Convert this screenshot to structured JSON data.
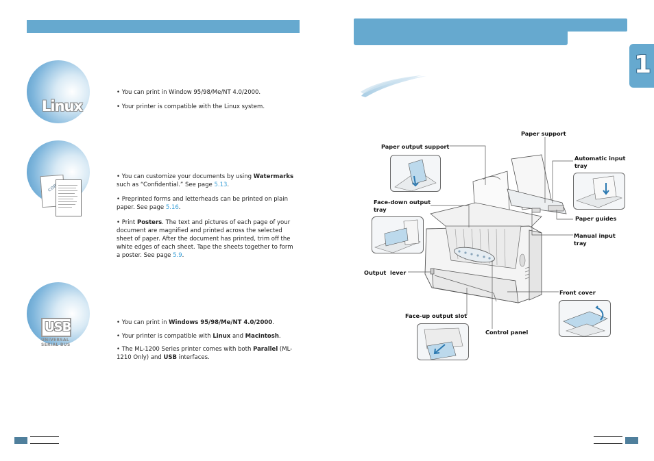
{
  "left_page": {
    "header_bar_text": "",
    "sections": [
      {
        "logo_text": "Linux",
        "bullets": [
          [
            {
              "t": "• You can print in Window 95/98/Me/NT 4.0/2000."
            }
          ],
          [
            {
              "t": "• Your printer is compatible with the Linux system."
            }
          ]
        ]
      },
      {
        "doc_stamp_text": "COPY",
        "bullets": [
          [
            {
              "t": "• You can customize your documents by using "
            },
            {
              "t": "Watermarks",
              "b": true
            },
            {
              "t": " such as “Confidential.” See page "
            },
            {
              "t": "5.13",
              "link": true
            },
            {
              "t": "."
            }
          ],
          [
            {
              "t": "• Preprinted forms and letterheads can be printed on plain paper. See page "
            },
            {
              "t": "5.16",
              "link": true
            },
            {
              "t": "."
            }
          ],
          [
            {
              "t": "• Print "
            },
            {
              "t": "Posters",
              "b": true
            },
            {
              "t": ". The text and pictures of each page of your document are magnified and printed across the selected sheet of paper. After the document has printed, trim off the white edges of each sheet. Tape the sheets together to form a poster. See page "
            },
            {
              "t": "5.9",
              "link": true
            },
            {
              "t": "."
            }
          ]
        ]
      },
      {
        "logo_text": "USB",
        "logo_sub_1": "UNIVERSAL",
        "logo_sub_2": "SERIAL BUS",
        "bullets": [
          [
            {
              "t": "• You can print in "
            },
            {
              "t": "Windows 95/98/Me/NT 4.0/2000",
              "b": true
            },
            {
              "t": "."
            }
          ],
          [
            {
              "t": "• Your printer is compatible with "
            },
            {
              "t": "Linux",
              "b": true
            },
            {
              "t": " and "
            },
            {
              "t": "Macintosh",
              "b": true
            },
            {
              "t": "."
            }
          ],
          [
            {
              "t": "• The ML-1200 Series printer comes with both "
            },
            {
              "t": "Parallel",
              "b": true
            },
            {
              "t": " (ML-1210 Only) and "
            },
            {
              "t": "USB",
              "b": true
            },
            {
              "t": " interfaces."
            }
          ]
        ]
      }
    ]
  },
  "right_page": {
    "chapter_number": "1",
    "labels": {
      "paper_support": "Paper support",
      "paper_output_support": "Paper output support",
      "automatic_input_tray": "Automatic input\ntray",
      "face_down_output_tray": "Face-down output\ntray",
      "paper_guides": "Paper guides",
      "manual_input_tray": "Manual input\ntray",
      "output_lever": "Output  lever",
      "front_cover": "Front cover",
      "face_up_output_slot": "Face-up output slot",
      "control_panel": "Control panel"
    }
  },
  "colors": {
    "accent_bar": "#66a9cf",
    "link": "#3aa0d8",
    "footer_block": "#4f7f9c"
  }
}
